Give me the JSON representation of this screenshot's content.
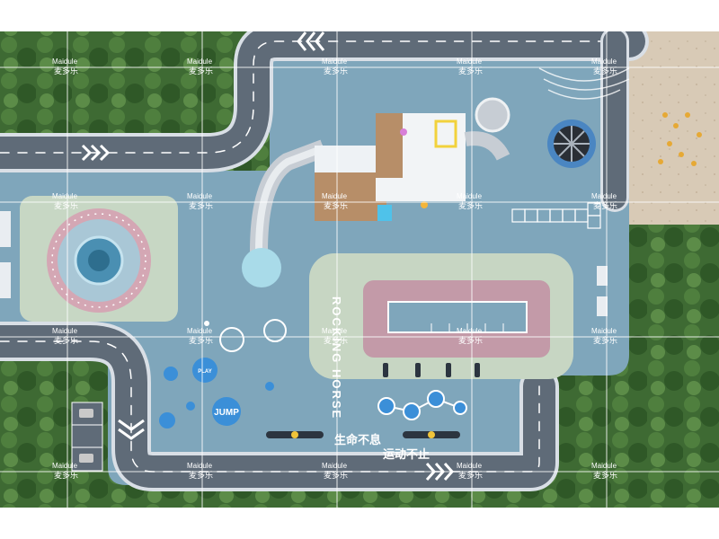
{
  "labels": {
    "rocking_horse": "ROCKING HORSE",
    "play": "PLAY",
    "jump": "JUMP",
    "slogan_1": "生命不息",
    "slogan_2": "运动不止"
  },
  "watermark": {
    "brand_en": "Maidule",
    "brand_cn": "麦多乐"
  },
  "colors": {
    "grass": "#3f6b34",
    "road": "#5e6b78",
    "road_edge": "#d9dfe6",
    "court": "#7fa5ba",
    "pale_green": "#c9d8c6",
    "pink_track": "#c89aa6",
    "sand": "#d7c9b5",
    "accent_blue": "#3a8fd8"
  }
}
